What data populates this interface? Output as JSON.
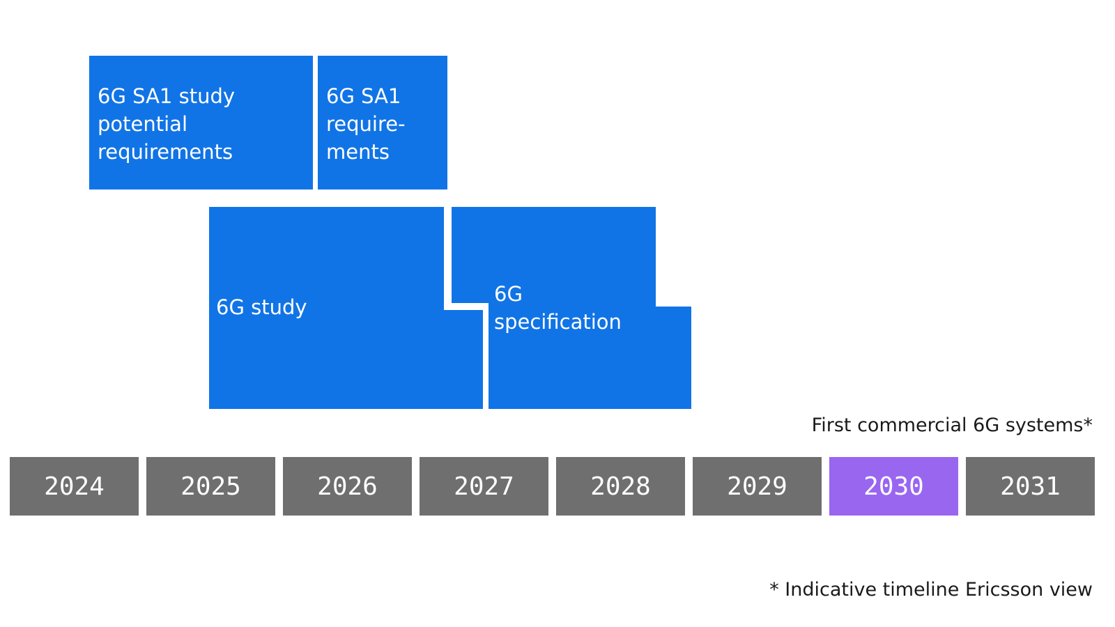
{
  "colors": {
    "phase_blue": "#1174e6",
    "year_gray": "#6f6f6f",
    "highlight_purple": "#9966f0"
  },
  "phases": {
    "sa1_study": {
      "lines": [
        "6G SA1 study",
        "potential",
        "requirements"
      ]
    },
    "sa1_requirements": {
      "lines": [
        "6G SA1",
        "require-",
        "ments"
      ]
    },
    "study": {
      "lines": [
        "6G study"
      ]
    },
    "specification": {
      "lines": [
        "6G",
        "specification"
      ]
    }
  },
  "timeline": {
    "years": [
      "2024",
      "2025",
      "2026",
      "2027",
      "2028",
      "2029",
      "2030",
      "2031"
    ],
    "highlight_year": "2030",
    "highlight_caption": "First commercial 6G systems*"
  },
  "footnote": "* Indicative timeline Ericsson view"
}
